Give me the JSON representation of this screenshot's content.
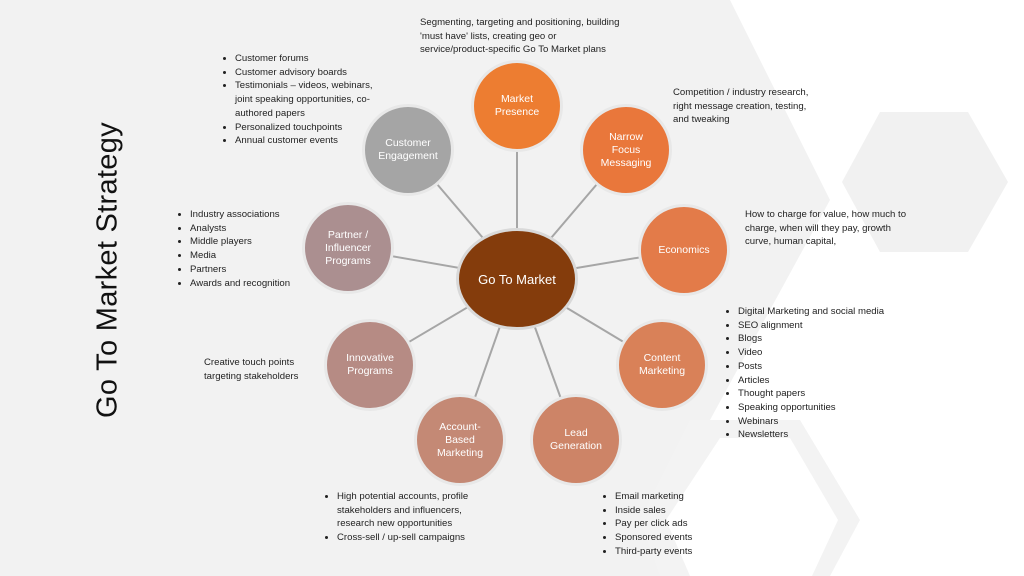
{
  "title": "Go To Market Strategy",
  "colors": {
    "background_shapes": "#f1f1f1",
    "connector": "#a6a6a6",
    "center": "#843c0c",
    "market_presence": "#ed7d31",
    "narrow_focus": "#e9773b",
    "economics": "#e37b49",
    "content_marketing": "#d98158",
    "lead_generation": "#cd8467",
    "account_based": "#c48975",
    "innovative": "#b68b84",
    "partner": "#ab8f90",
    "customer_engagement": "#a5a5a5"
  },
  "center": {
    "label": "Go To Market"
  },
  "nodes": {
    "market_presence": {
      "label": "Market\nPresence"
    },
    "narrow_focus": {
      "label": "Narrow\nFocus\nMessaging"
    },
    "economics": {
      "label": "Economics"
    },
    "content_marketing": {
      "label": "Content\nMarketing"
    },
    "lead_generation": {
      "label": "Lead\nGeneration"
    },
    "account_based": {
      "label": "Account-\nBased\nMarketing"
    },
    "innovative": {
      "label": "Innovative\nPrograms"
    },
    "partner": {
      "label": "Partner /\nInfluencer\nPrograms"
    },
    "customer_engagement": {
      "label": "Customer\nEngagement"
    }
  },
  "notes": {
    "market_presence": "Segmenting, targeting and positioning, building 'must have' lists, creating geo or service/product-specific Go To Market plans",
    "narrow_focus": "Competition / industry research, right message creation, testing, and tweaking",
    "economics": "How to charge for value, how much to charge, when will they pay, growth curve, human capital,",
    "innovative": "Creative touch points targeting stakeholders"
  },
  "lists": {
    "customer_engagement": [
      "Customer forums",
      "Customer advisory boards",
      "Testimonials – videos, webinars, joint speaking opportunities, co-authored papers",
      "Personalized touchpoints",
      "Annual customer events"
    ],
    "partner": [
      "Industry associations",
      "Analysts",
      "Middle players",
      "Media",
      "Partners",
      "Awards and recognition"
    ],
    "content_marketing": [
      "Digital Marketing and social media",
      "SEO alignment",
      "Blogs",
      "Video",
      "Posts",
      "Articles",
      "Thought papers",
      "Speaking opportunities",
      "Webinars",
      "Newsletters"
    ],
    "account_based": [
      "High potential accounts, profile stakeholders and influencers, research new opportunities",
      "Cross-sell / up-sell campaigns"
    ],
    "lead_generation": [
      "Email marketing",
      "Inside sales",
      "Pay per click ads",
      "Sponsored events",
      "Third-party events"
    ]
  }
}
